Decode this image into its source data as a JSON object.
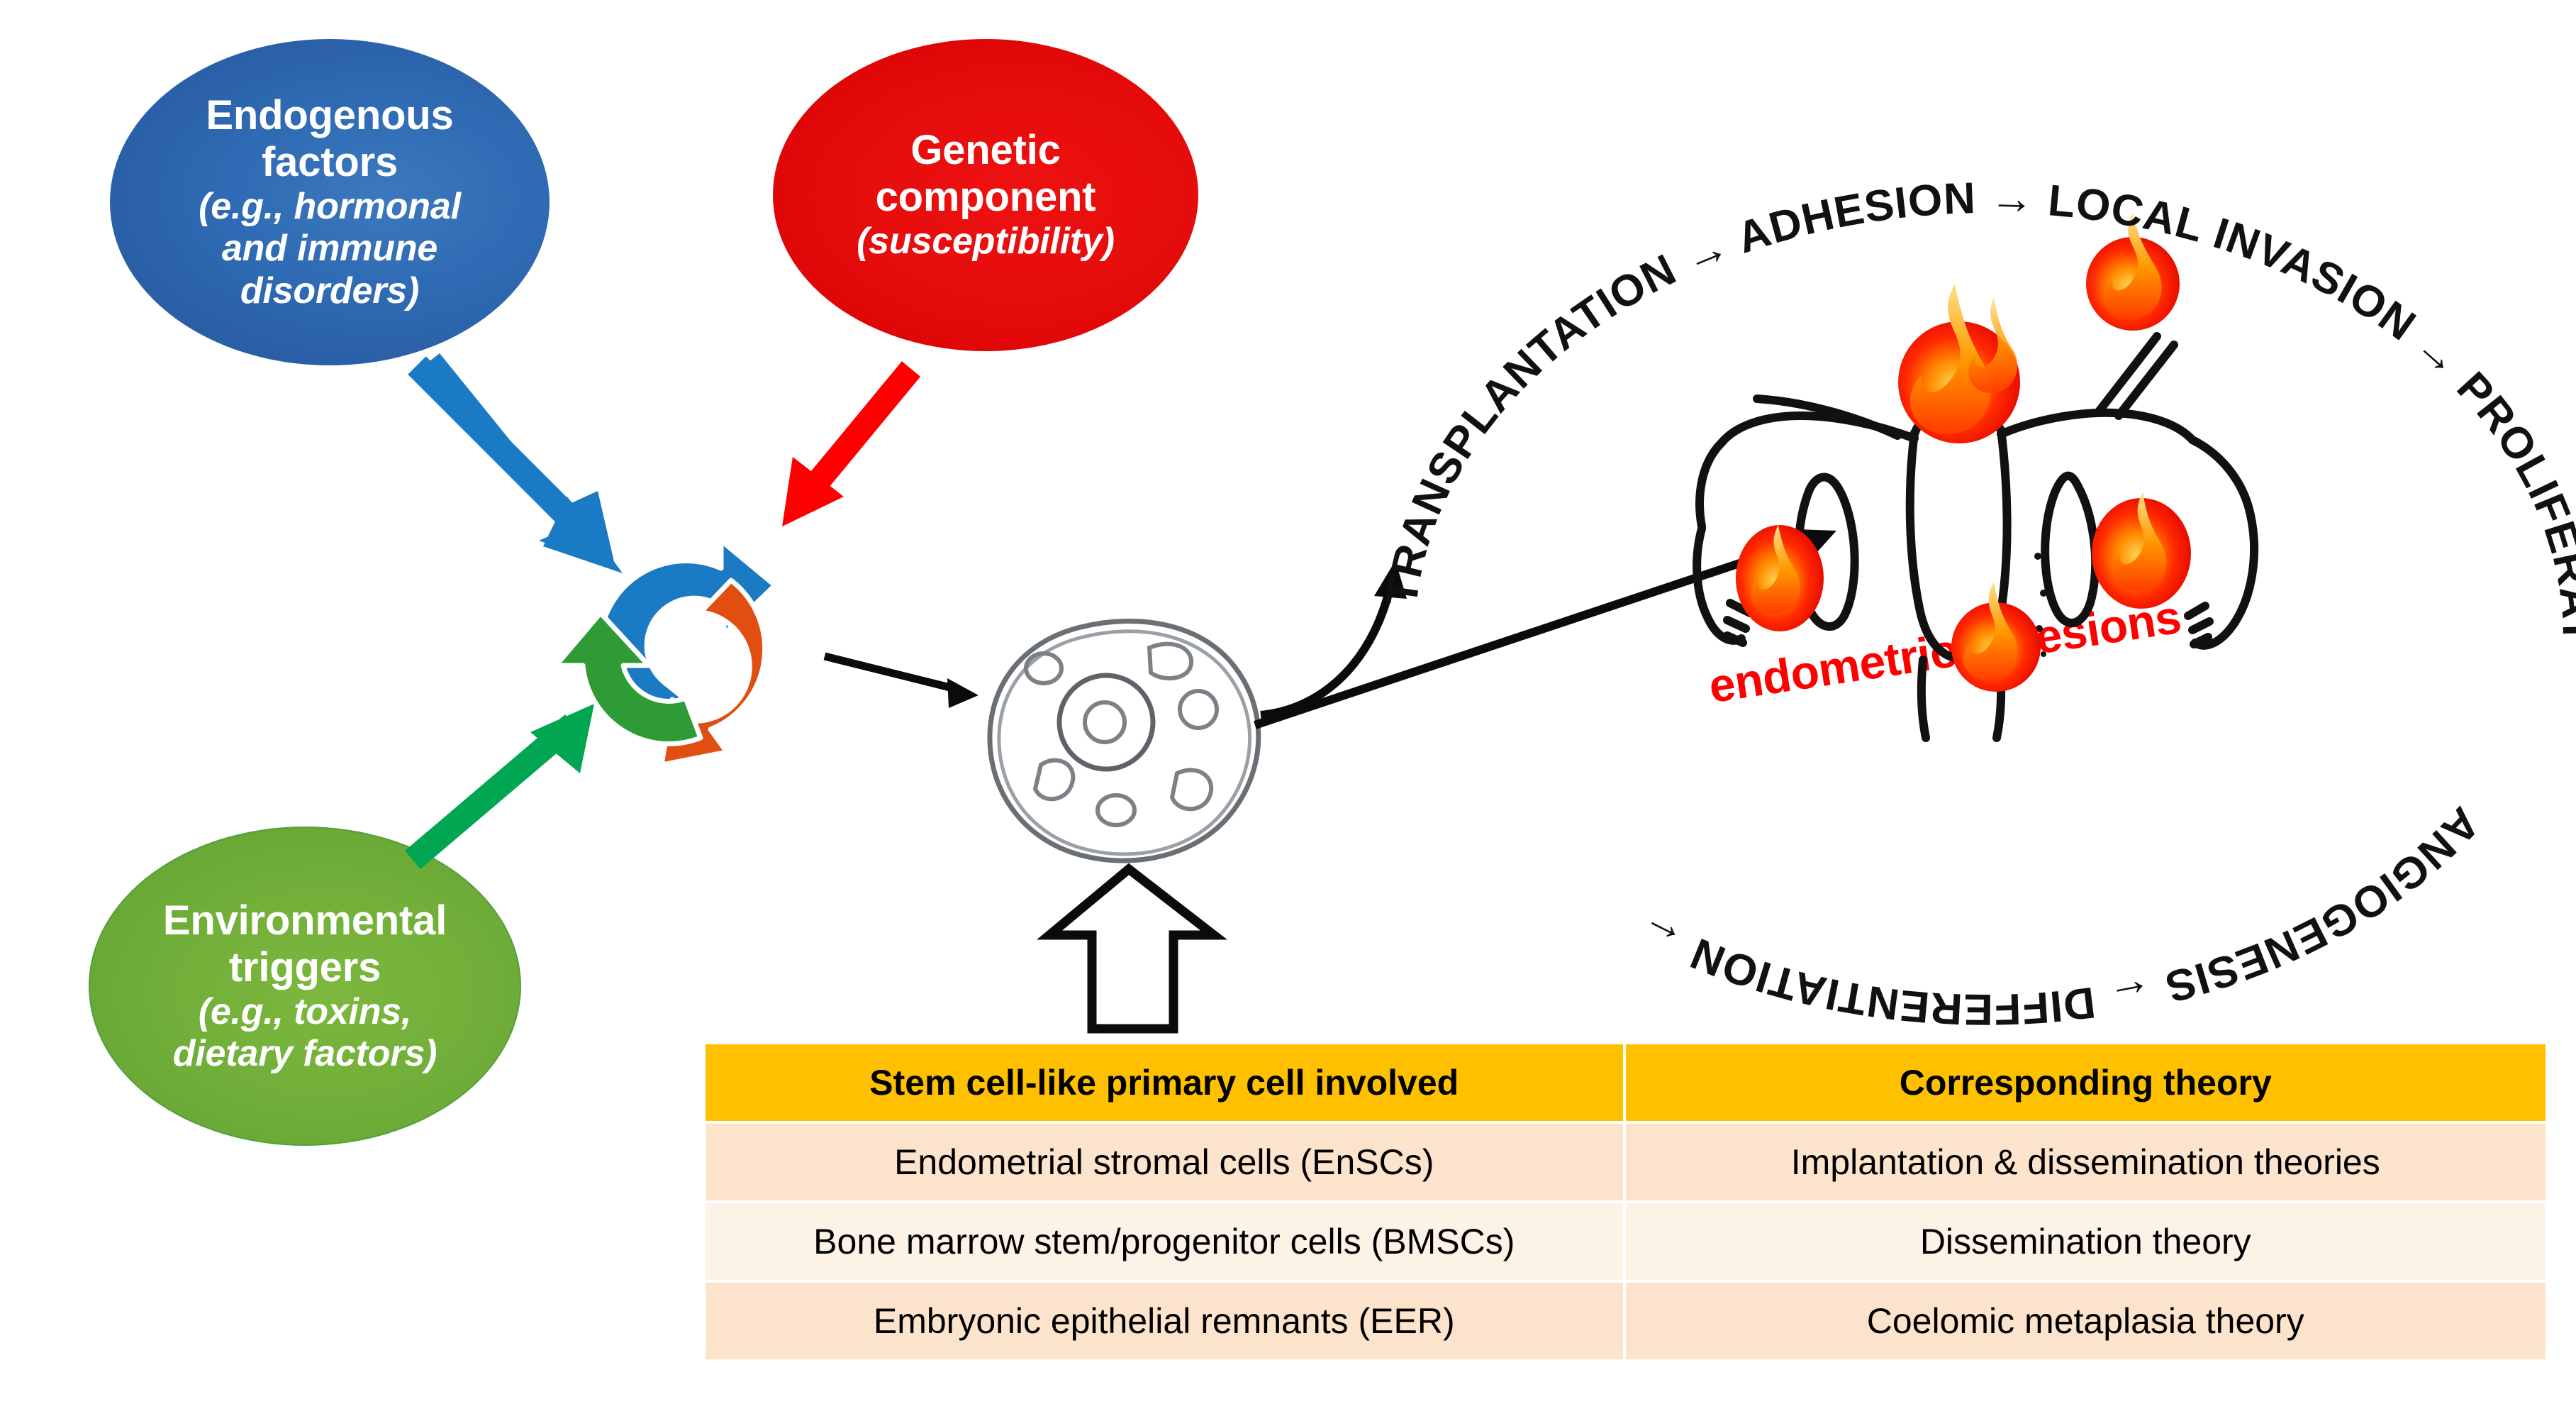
{
  "factors": [
    {
      "id": "endogenous",
      "title": "Endogenous\nfactors",
      "title_line1": "Endogenous",
      "title_line2": "factors",
      "sub_line1": "(e.g., hormonal",
      "sub_line2": "and immune",
      "sub_line3": "disorders)",
      "color": "#2f6bb4",
      "arrow_color": "#1b7ac4"
    },
    {
      "id": "genetic",
      "title_line1": "Genetic",
      "title_line2": "component",
      "sub_line1": "(susceptibility)",
      "color": "#e60d0d",
      "arrow_color": "#ff0000"
    },
    {
      "id": "environmental",
      "title_line1": "Environmental",
      "title_line2": "triggers",
      "sub_line1": "(e.g., toxins,",
      "sub_line2": "dietary factors)",
      "color": "#72b03a",
      "arrow_color": "#00a651"
    }
  ],
  "cycle": {
    "segment_blue": "#1b7ac4",
    "segment_orange": "#e04e12",
    "segment_green": "#2e9b36"
  },
  "stem_cell": {
    "label": "stem-cell-illustration",
    "outline_color": "#555a5e"
  },
  "process_ring": {
    "top_arc": "TRANSPLANTATION → ADHESION → LOCAL INVASION → PROLIFERATION",
    "bottom_arc": "ANGIOGENESIS ← DIFFERENTIATION ←",
    "steps": [
      "TRANSPLANTATION",
      "ADHESION",
      "LOCAL INVASION",
      "PROLIFERATION",
      "DIFFERENTIATION",
      "ANGIOGENESIS"
    ]
  },
  "lesion_diagram": {
    "label": "endometriotic lesions",
    "label_color": "#ff0000",
    "flame_count": 5,
    "flame_color": "#ff2000"
  },
  "table": {
    "headers": [
      "Stem cell-like primary cell involved",
      "Corresponding theory"
    ],
    "header_bg": "#ffc000",
    "rows": [
      [
        "Endometrial stromal cells (EnSCs)",
        "Implantation & dissemination theories"
      ],
      [
        "Bone marrow stem/progenitor cells (BMSCs)",
        "Dissemination theory"
      ],
      [
        "Embryonic epithelial remnants (EER)",
        "Coelomic metaplasia theory"
      ]
    ]
  }
}
